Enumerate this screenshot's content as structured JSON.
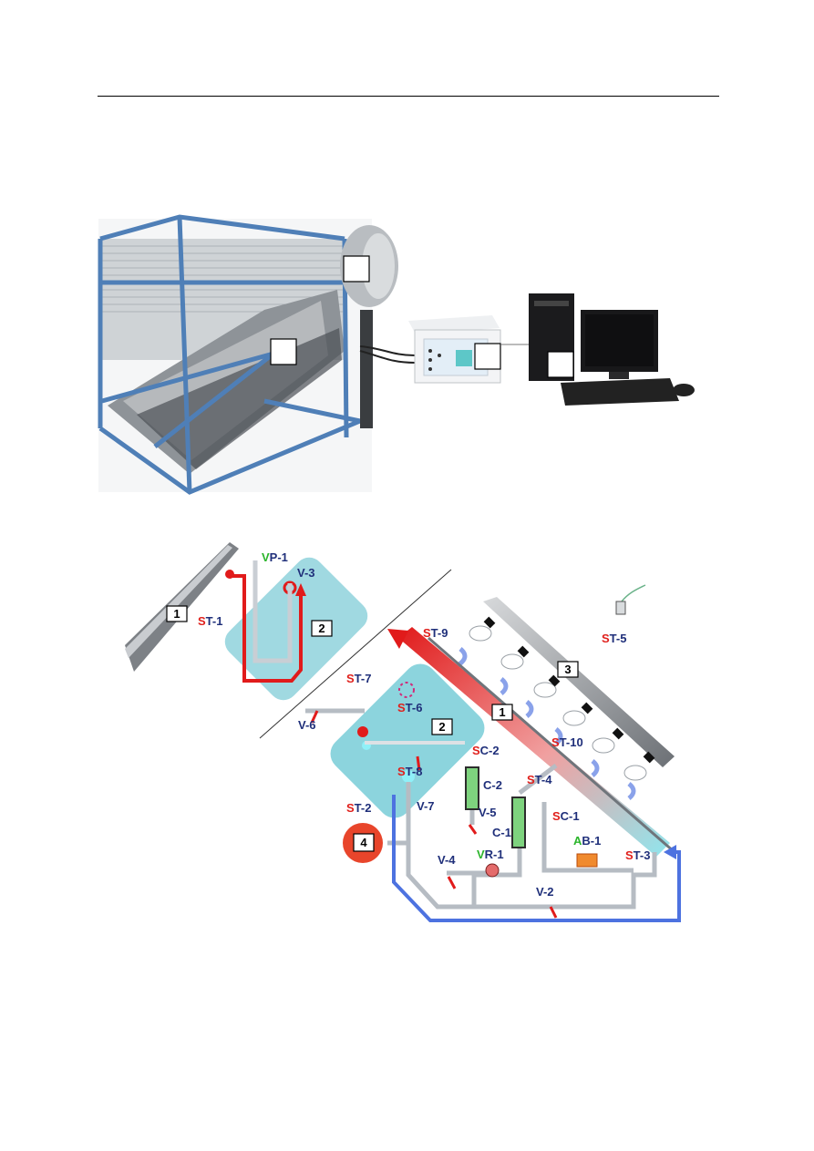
{
  "photo": {
    "badges": [
      "",
      "",
      "",
      ""
    ]
  },
  "diagram": {
    "zone_numbers": {
      "collector_top": "1",
      "collector_main": "1",
      "tank_top": "2",
      "tank_main": "2",
      "lamps": "3",
      "expansion": "4"
    },
    "sensors": [
      {
        "prefix": "V",
        "rest": "P-1",
        "color": "green"
      },
      {
        "prefix": "",
        "rest": "V-3",
        "color": "dark"
      },
      {
        "prefix": "S",
        "rest": "T-1",
        "color": "red"
      },
      {
        "prefix": "S",
        "rest": "T-9",
        "color": "red"
      },
      {
        "prefix": "S",
        "rest": "T-5",
        "color": "red"
      },
      {
        "prefix": "S",
        "rest": "T-7",
        "color": "red"
      },
      {
        "prefix": "S",
        "rest": "T-6",
        "color": "red"
      },
      {
        "prefix": "",
        "rest": "V-6",
        "color": "dark"
      },
      {
        "prefix": "S",
        "rest": "T-10",
        "color": "red"
      },
      {
        "prefix": "S",
        "rest": "C-2",
        "color": "red"
      },
      {
        "prefix": "S",
        "rest": "T-8",
        "color": "red"
      },
      {
        "prefix": "",
        "rest": "C-2",
        "color": "dark"
      },
      {
        "prefix": "S",
        "rest": "T-4",
        "color": "red"
      },
      {
        "prefix": "S",
        "rest": "T-2",
        "color": "red"
      },
      {
        "prefix": "",
        "rest": "V-7",
        "color": "dark"
      },
      {
        "prefix": "",
        "rest": "V-5",
        "color": "dark"
      },
      {
        "prefix": "S",
        "rest": "C-1",
        "color": "red"
      },
      {
        "prefix": "",
        "rest": "C-1",
        "color": "dark"
      },
      {
        "prefix": "A",
        "rest": "B-1",
        "color": "green"
      },
      {
        "prefix": "S",
        "rest": "T-3",
        "color": "red"
      },
      {
        "prefix": "",
        "rest": "V-4",
        "color": "dark"
      },
      {
        "prefix": "V",
        "rest": "R-1",
        "color": "green"
      },
      {
        "prefix": "",
        "rest": "V-2",
        "color": "dark"
      }
    ]
  }
}
